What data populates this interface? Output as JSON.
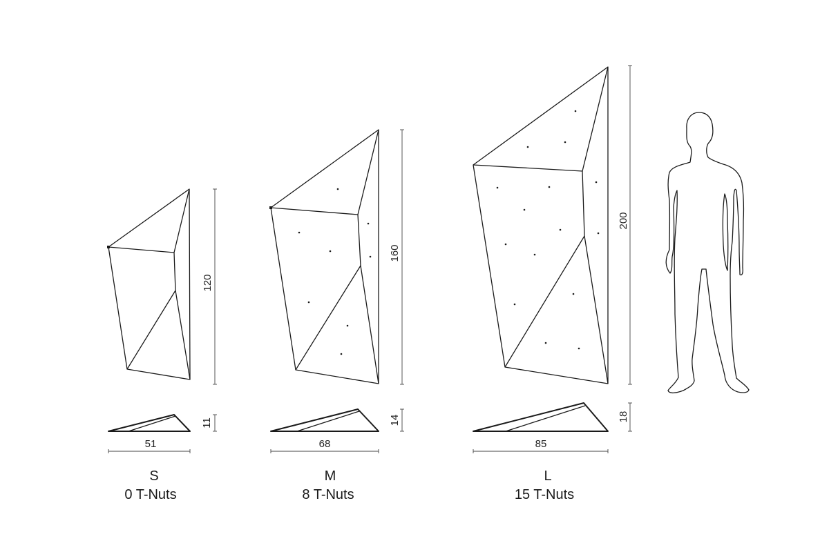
{
  "volumes": [
    {
      "id": "s",
      "size": "S",
      "nuts": "0 T-Nuts",
      "height": "120",
      "width": "51",
      "depth": "11"
    },
    {
      "id": "m",
      "size": "M",
      "nuts": "8 T-Nuts",
      "height": "160",
      "width": "68",
      "depth": "14"
    },
    {
      "id": "l",
      "size": "L",
      "nuts": "15 T-Nuts",
      "height": "200",
      "width": "85",
      "depth": "18"
    }
  ]
}
